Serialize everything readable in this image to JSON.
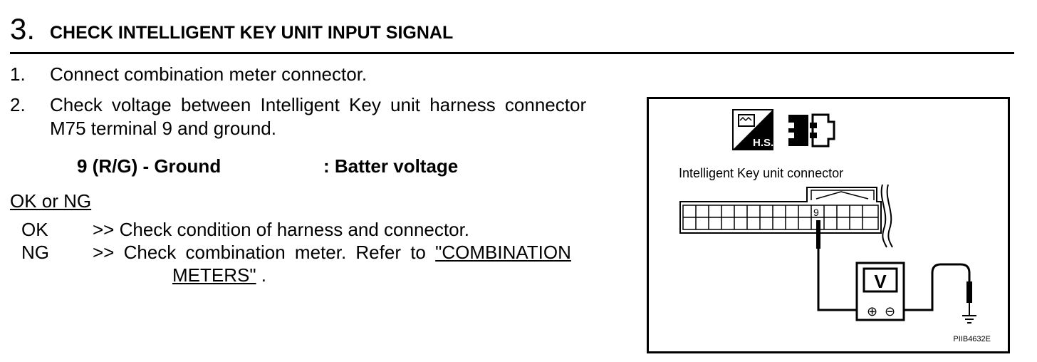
{
  "header": {
    "step_number": "3.",
    "title": "CHECK INTELLIGENT KEY UNIT INPUT SIGNAL"
  },
  "steps": [
    {
      "num": "1.",
      "text": "Connect combination meter connector."
    },
    {
      "num": "2.",
      "text_line1": "Check voltage between Intelligent Key unit harness connector",
      "text_line2": "M75 terminal 9 and ground."
    }
  ],
  "spec": {
    "terminal": "9 (R/G) - Ground",
    "value": ": Batter voltage"
  },
  "result": {
    "heading": "OK or NG",
    "ok_label": "OK",
    "ok_text": ">> Check condition of harness and connector.",
    "ng_label": "NG",
    "ng_text_prefix": ">> Check combination meter. Refer to ",
    "ng_link_part1": "\"COMBINATION",
    "ng_link_part2": "METERS\"",
    "ng_text_suffix": " ."
  },
  "figure": {
    "hs_label": "H.S.",
    "connector_label": "Intelligent Key unit connector",
    "terminal_label": "9",
    "meter_label": "V",
    "plus_symbol": "⊕",
    "minus_symbol": "⊖",
    "figure_id": "PIIB4632E"
  }
}
